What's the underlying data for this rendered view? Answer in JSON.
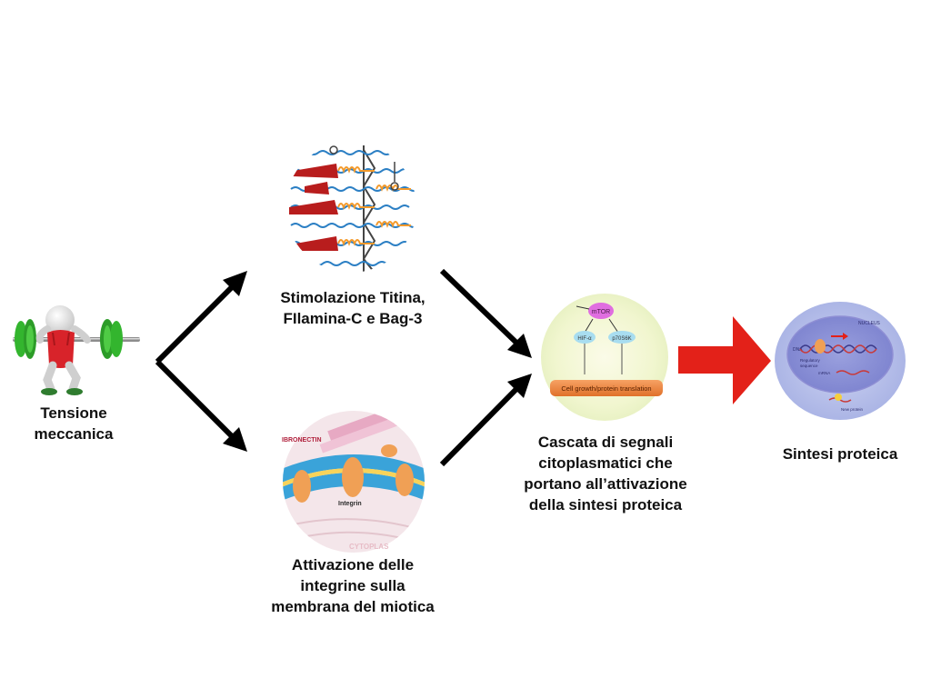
{
  "nodes": {
    "tension": {
      "label": "Tensione\nmeccanica"
    },
    "titin": {
      "label": "Stimolazione Titina,\nFIlamina-C e Bag-3"
    },
    "integrin": {
      "label": "Attivazione delle\nintegrine sulla\nmembrana del miotica",
      "image_texts": {
        "fibronectin": "IBRONECTIN",
        "integrin": "Integrin",
        "cytoplasm": "CYTOPLAS"
      }
    },
    "cascade": {
      "label": "Cascata di segnali\ncitoplasmatici che\nportano all’attivazione\ndella sintesi proteica",
      "image_texts": {
        "mtor": "mTOR",
        "hif": "HIF-α",
        "p70": "p70S6K",
        "bar": "Cell growth/protein translation"
      }
    },
    "synthesis": {
      "label": "Sintesi proteica",
      "image_texts": {
        "nucleus": "NUCLEUS",
        "dna": "DNA",
        "reg1": "Regulatory",
        "reg2": "sequence",
        "mrna": "mRNA",
        "newprot": "New protein"
      }
    }
  },
  "colors": {
    "arrow": "#000000",
    "big_arrow": "#e32119",
    "weight_green": "#33b52e",
    "singlet_red": "#d8232a",
    "actin_blue": "#2b7fc4",
    "myosin_red": "#b81d1d",
    "titin_orange": "#f39a2c",
    "mtor_pink": "#e06ee0",
    "cell_bar_orange": "#f28b3c"
  }
}
